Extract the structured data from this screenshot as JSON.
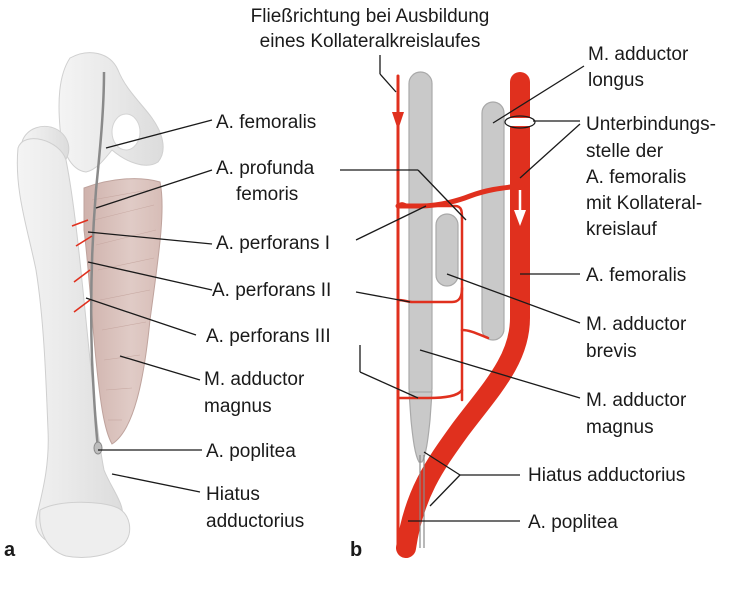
{
  "flow_title": [
    "Fließrichtung bei Ausbildung",
    "eines Kollateralkreislaufes"
  ],
  "panel_a_label": "a",
  "panel_b_label": "b",
  "left_labels": {
    "femoralis": "A. femoralis",
    "profunda": [
      "A. profunda",
      "femoris"
    ],
    "perforans1": "A. perforans I",
    "perforans2": "A. perforans II",
    "perforans3": "A. perforans III",
    "magnus": [
      "M. adductor",
      "magnus"
    ],
    "poplitea": "A. poplitea",
    "hiatus": [
      "Hiatus",
      "adductorius"
    ]
  },
  "right_labels": {
    "longus": [
      "M. adductor",
      "longus"
    ],
    "unterbindung": [
      "Unterbindungs-",
      "stelle der",
      "A. femoralis",
      "mit Kollateral-",
      "kreislauf"
    ],
    "femoralis": "A. femoralis",
    "brevis": [
      "M. adductor",
      "brevis"
    ],
    "magnus": [
      "M. adductor",
      "magnus"
    ],
    "hiatus": "Hiatus adductorius",
    "poplitea": "A. poplitea"
  },
  "colors": {
    "artery": "#e0301e",
    "muscle_gray": "#c9c9c9",
    "bone": "#ececec",
    "muscle_pink": "#dcc4bf"
  }
}
